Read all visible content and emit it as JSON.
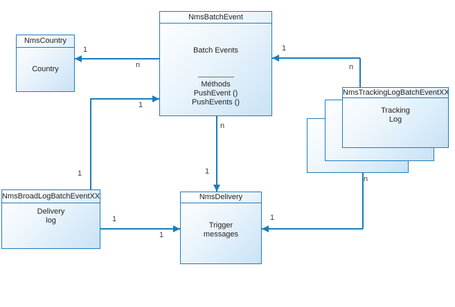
{
  "colors": {
    "line_blue": "#1b7cba",
    "box_fill_start": "#ffffff",
    "box_fill_end": "#c9e2f6",
    "text": "#1f1f1f"
  },
  "nodes": {
    "country": {
      "title": "NmsCountry",
      "lines": [
        "Country"
      ]
    },
    "batch_event": {
      "title": "NmsBatchEvent",
      "body": "Batch Events",
      "separator": "--------------------------",
      "methods_heading": "Méthods",
      "methods": [
        "PushEvent ()",
        "PushEvents ()"
      ]
    },
    "broad_log": {
      "title": "NmsBroadLogBatchEventXX",
      "lines": [
        "Delivery",
        "log"
      ]
    },
    "delivery": {
      "title": "NmsDelivery",
      "lines": [
        "Trigger",
        "messages"
      ]
    },
    "tracking_log": {
      "title": "NmsTrackingLogBatchEventXX",
      "lines": [
        "Tracking",
        "Log"
      ]
    }
  },
  "connectors": {
    "batch_to_country": {
      "head_label": "1",
      "tail_label": "n"
    },
    "broadlog_to_batch": {
      "head_label": "1",
      "tail_label": "1"
    },
    "batch_to_delivery": {
      "head_label": "1",
      "tail_label": "n"
    },
    "tracking_to_batch": {
      "head_label": "1",
      "tail_label": "n"
    },
    "broadlog_to_delivery": {
      "head_label": "1",
      "tail_label": "1"
    },
    "tracking_to_delivery": {
      "head_label": "1",
      "tail_label": "n"
    }
  }
}
